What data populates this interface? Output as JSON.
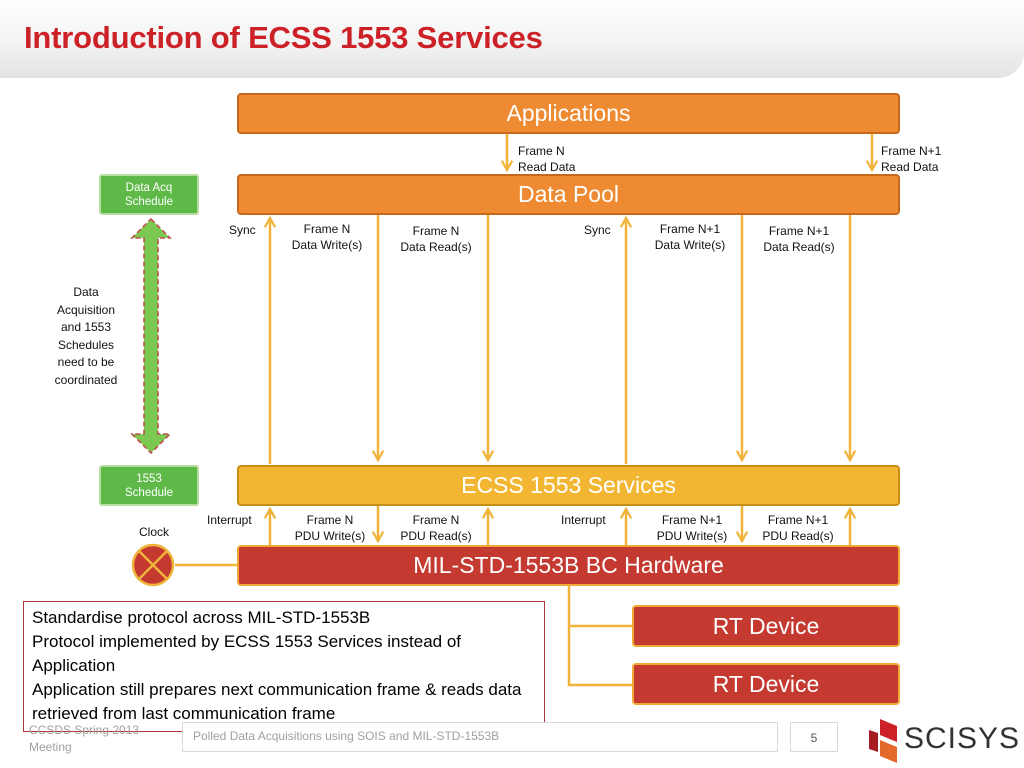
{
  "slide": {
    "title": "Introduction of ECSS 1553 Services"
  },
  "boxes": {
    "applications": "Applications",
    "data_pool": "Data Pool",
    "ecss_services": "ECSS 1553 Services",
    "bc_hardware": "MIL-STD-1553B BC Hardware",
    "rt_device_1": "RT Device",
    "rt_device_2": "RT Device",
    "data_acq_schedule": "Data Acq\nSchedule",
    "schedule_1553": "1553\nSchedule"
  },
  "labels": {
    "frame_n_read_data": "Frame N\nRead Data",
    "frame_n1_read_data": "Frame N+1\nRead Data",
    "sync_1": "Sync",
    "frame_n_data_write": "Frame N\nData Write(s)",
    "frame_n_data_read": "Frame N\nData Read(s)",
    "sync_2": "Sync",
    "frame_n1_data_write": "Frame N+1\nData Write(s)",
    "frame_n1_data_read": "Frame N+1\nData Read(s)",
    "interrupt_1": "Interrupt",
    "frame_n_pdu_write": "Frame N\nPDU Write(s)",
    "frame_n_pdu_read": "Frame N\nPDU Read(s)",
    "interrupt_2": "Interrupt",
    "frame_n1_pdu_write": "Frame N+1\nPDU Write(s)",
    "frame_n1_pdu_read": "Frame N+1\nPDU Read(s)",
    "clock": "Clock",
    "coordination_note": "Data\nAcquisition\nand 1553\nSchedules\nneed to be\ncoordinated"
  },
  "notes": [
    "Standardise protocol across MIL-STD-1553B",
    "Protocol implemented by ECSS 1553 Services instead of Application",
    "Application still prepares next communication frame & reads data retrieved from last communication frame"
  ],
  "footer": {
    "event": "CCSDS Spring 2013\nMeeting",
    "presentation": "Polled Data Acquisitions using SOIS and MIL-STD-1553B",
    "page_number": "5",
    "logo_text": "SCISYS"
  },
  "colors": {
    "title": "#cc2127",
    "orange_box": "#ee8a32",
    "yellow_box": "#f3b632",
    "red_box": "#c43a31",
    "green_box": "#5fb949",
    "arrow": "#f0b43a"
  }
}
